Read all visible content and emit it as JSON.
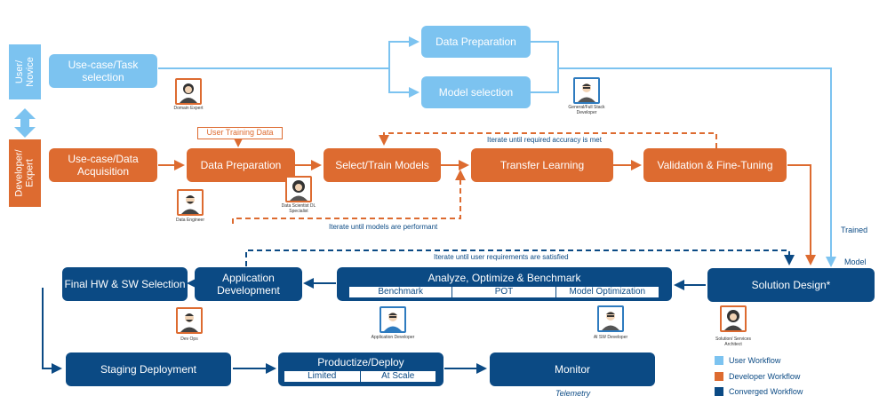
{
  "lanes": {
    "user": "User/\nNovice",
    "developer": "Developer/\nExpert"
  },
  "boxes": {
    "usecase_task": "Use-case/Task selection",
    "data_prep_user": "Data Preparation",
    "model_selection": "Model selection",
    "usecase_data": "Use-case/Data Acquisition",
    "data_prep_dev": "Data Preparation",
    "select_train": "Select/Train Models",
    "transfer_learning": "Transfer Learning",
    "validation": "Validation & Fine-Tuning",
    "solution_design": "Solution Design*",
    "analyze": "Analyze, Optimize & Benchmark",
    "app_dev": "Application Development",
    "final_hw_sw": "Final HW & SW Selection",
    "staging": "Staging Deployment",
    "productize": "Productize/Deploy",
    "monitor": "Monitor"
  },
  "analyze_items": [
    "Benchmark",
    "POT",
    "Model Optimization"
  ],
  "productize_items": [
    "Limited",
    "At Scale"
  ],
  "user_training_data": "User Training Data",
  "iterate": {
    "accuracy": "Iterate until required accuracy is met",
    "performant": "Iterate until models are performant",
    "requirements": "Iterate until user requirements are satisfied"
  },
  "side_labels": {
    "trained": "Trained",
    "model": "Model",
    "telemetry": "Telemetry"
  },
  "roles": {
    "domain_expert": "Domain Expert",
    "general_dev": "General/Full Stack Developer",
    "data_engineer": "Data Engineer",
    "data_scientist": "Data Scientist DL Specialist",
    "dev_ops": "Dev Ops",
    "app_dev": "Application Developer",
    "ai_sw_dev": "AI SW Developer",
    "solution_architect": "Solution/ Services Architect"
  },
  "legend": [
    {
      "label": "User Workflow",
      "color": "#7cc3f0"
    },
    {
      "label": "Developer Workflow",
      "color": "#dd6b30"
    },
    {
      "label": "Converged Workflow",
      "color": "#0b4a84"
    }
  ],
  "colors": {
    "light": "#7cc3f0",
    "orange": "#dd6b30",
    "navy": "#0b4a84",
    "avatar_blue": "#2e7bbf"
  }
}
